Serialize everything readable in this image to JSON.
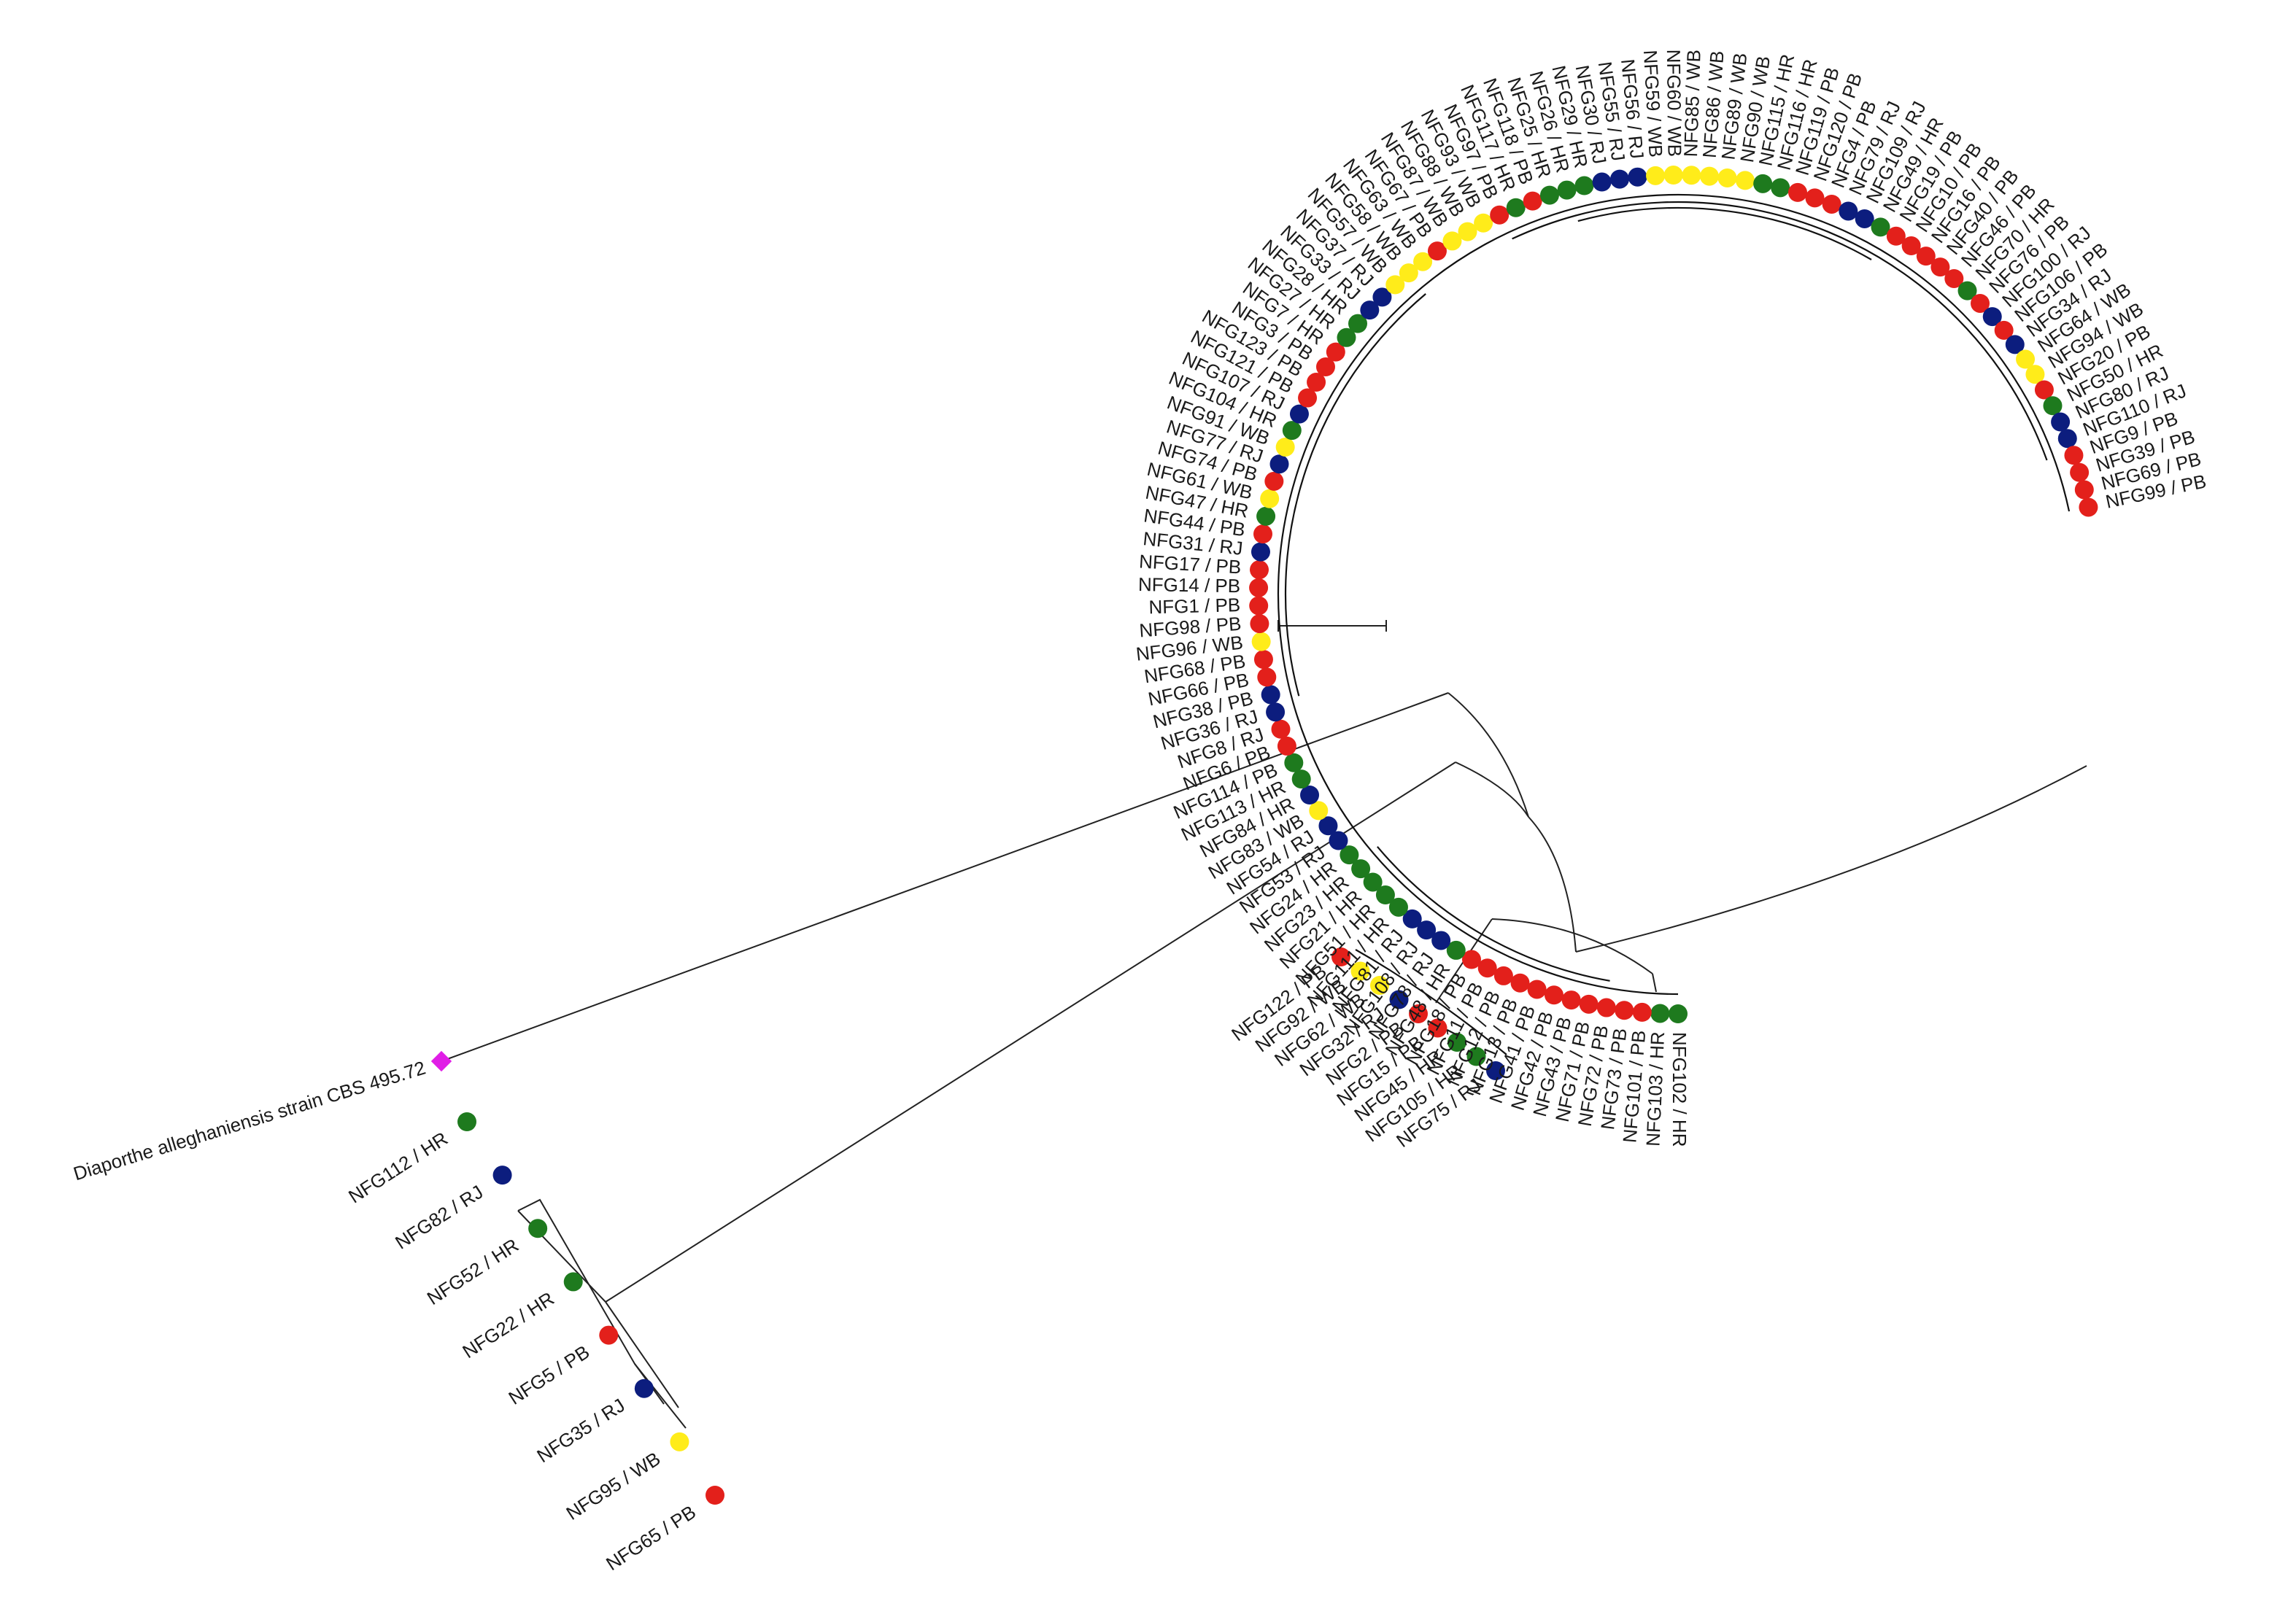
{
  "colors": {
    "HR": "#1e7a1e",
    "RJ": "#0c1d7e",
    "PB": "#e3201b",
    "WB": "#ffec1a",
    "outgroup": "#e01ee6"
  },
  "outgroup": {
    "label": "Diaporthe alleghaniensis strain CBS 495.72"
  },
  "separate_clade": [
    {
      "label": "NFG112 / HR",
      "region": "HR"
    },
    {
      "label": "NFG82 / RJ",
      "region": "RJ"
    },
    {
      "label": "NFG52 / HR",
      "region": "HR"
    },
    {
      "label": "NFG22 / HR",
      "region": "HR"
    },
    {
      "label": "NFG5 / PB",
      "region": "PB"
    },
    {
      "label": "NFG35 / RJ",
      "region": "RJ"
    },
    {
      "label": "NFG95 / WB",
      "region": "WB"
    },
    {
      "label": "NFG65 / PB",
      "region": "PB"
    }
  ],
  "small_clade": [
    {
      "label": "NFG122 / PB",
      "region": "PB"
    },
    {
      "label": "NFG92 / WB",
      "region": "WB"
    },
    {
      "label": "NFG62 / WB",
      "region": "WB"
    },
    {
      "label": "NFG32 / RJ",
      "region": "RJ"
    },
    {
      "label": "NFG2 / PB",
      "region": "PB"
    },
    {
      "label": "NFG15 / PB",
      "region": "PB"
    },
    {
      "label": "NFG45 / HR",
      "region": "HR"
    },
    {
      "label": "NFG105 / HR",
      "region": "HR"
    },
    {
      "label": "NFG75 / RJ",
      "region": "RJ"
    }
  ],
  "main_clade": [
    {
      "label": "NFG102 / HR",
      "region": "HR"
    },
    {
      "label": "NFG103 / HR",
      "region": "HR"
    },
    {
      "label": "NFG101 / PB",
      "region": "PB"
    },
    {
      "label": "NFG73 / PB",
      "region": "PB"
    },
    {
      "label": "NFG72 / PB",
      "region": "PB"
    },
    {
      "label": "NFG71 / PB",
      "region": "PB"
    },
    {
      "label": "NFG43 / PB",
      "region": "PB"
    },
    {
      "label": "NFG42 / PB",
      "region": "PB"
    },
    {
      "label": "NFG41 / PB",
      "region": "PB"
    },
    {
      "label": "NFG13 / PB",
      "region": "PB"
    },
    {
      "label": "NFG12 / PB",
      "region": "PB"
    },
    {
      "label": "NFG11 / PB",
      "region": "PB"
    },
    {
      "label": "NFG18 / PB",
      "region": "PB"
    },
    {
      "label": "NFG48 / HR",
      "region": "HR"
    },
    {
      "label": "NFG78 / RJ",
      "region": "RJ"
    },
    {
      "label": "NFG108 / RJ",
      "region": "RJ"
    },
    {
      "label": "NFG81 / RJ",
      "region": "RJ"
    },
    {
      "label": "NFG111 / HR",
      "region": "HR"
    },
    {
      "label": "NFG51 / HR",
      "region": "HR"
    },
    {
      "label": "NFG21 / HR",
      "region": "HR"
    },
    {
      "label": "NFG23 / HR",
      "region": "HR"
    },
    {
      "label": "NFG24 / HR",
      "region": "HR"
    },
    {
      "label": "NFG53 / RJ",
      "region": "RJ"
    },
    {
      "label": "NFG54 / RJ",
      "region": "RJ"
    },
    {
      "label": "NFG83 / WB",
      "region": "WB"
    },
    {
      "label": "NFG84 / HR",
      "region": "RJ"
    },
    {
      "label": "NFG113 / HR",
      "region": "HR"
    },
    {
      "label": "NFG114 / PB",
      "region": "HR"
    },
    {
      "label": "NFG6 / PB",
      "region": "PB"
    },
    {
      "label": "NFG8 / RJ",
      "region": "PB"
    },
    {
      "label": "NFG36 / RJ",
      "region": "RJ"
    },
    {
      "label": "NFG38 / PB",
      "region": "RJ"
    },
    {
      "label": "NFG66 / PB",
      "region": "PB"
    },
    {
      "label": "NFG68 / PB",
      "region": "PB"
    },
    {
      "label": "NFG96 / WB",
      "region": "WB"
    },
    {
      "label": "NFG98 / PB",
      "region": "PB"
    },
    {
      "label": "NFG1 / PB",
      "region": "PB"
    },
    {
      "label": "NFG14 / PB",
      "region": "PB"
    },
    {
      "label": "NFG17 / PB",
      "region": "PB"
    },
    {
      "label": "NFG31 / RJ",
      "region": "RJ"
    },
    {
      "label": "NFG44 / PB",
      "region": "PB"
    },
    {
      "label": "NFG47 / HR",
      "region": "HR"
    },
    {
      "label": "NFG61 / WB",
      "region": "WB"
    },
    {
      "label": "NFG74 / PB",
      "region": "PB"
    },
    {
      "label": "NFG77 / RJ",
      "region": "RJ"
    },
    {
      "label": "NFG91 / WB",
      "region": "WB"
    },
    {
      "label": "NFG104 / HR",
      "region": "HR"
    },
    {
      "label": "NFG107 / RJ",
      "region": "RJ"
    },
    {
      "label": "NFG121 / PB",
      "region": "PB"
    },
    {
      "label": "NFG123 / PB",
      "region": "PB"
    },
    {
      "label": "NFG3 / PB",
      "region": "PB"
    },
    {
      "label": "NFG7 / HR",
      "region": "PB"
    },
    {
      "label": "NFG27 / HR",
      "region": "HR"
    },
    {
      "label": "NFG28 / HR",
      "region": "HR"
    },
    {
      "label": "NFG33 / RJ",
      "region": "RJ"
    },
    {
      "label": "NFG37 / RJ",
      "region": "RJ"
    },
    {
      "label": "NFG57 / WB",
      "region": "WB"
    },
    {
      "label": "NFG58 / WB",
      "region": "WB"
    },
    {
      "label": "NFG63 / WB",
      "region": "WB"
    },
    {
      "label": "NFG67 / PB",
      "region": "PB"
    },
    {
      "label": "NFG87 / WB",
      "region": "WB"
    },
    {
      "label": "NFG88 / WB",
      "region": "WB"
    },
    {
      "label": "NFG93 / WB",
      "region": "WB"
    },
    {
      "label": "NFG97 / PB",
      "region": "PB"
    },
    {
      "label": "NFG117 / HR",
      "region": "HR"
    },
    {
      "label": "NFG118 / PB",
      "region": "PB"
    },
    {
      "label": "NFG25 / HR",
      "region": "HR"
    },
    {
      "label": "NFG26 / HR",
      "region": "HR"
    },
    {
      "label": "NFG29 / HR",
      "region": "HR"
    },
    {
      "label": "NFG30 / RJ",
      "region": "RJ"
    },
    {
      "label": "NFG55 / RJ",
      "region": "RJ"
    },
    {
      "label": "NFG56 / RJ",
      "region": "RJ"
    },
    {
      "label": "NFG59 / WB",
      "region": "WB"
    },
    {
      "label": "NFG60 / WB",
      "region": "WB"
    },
    {
      "label": "NFG85 / WB",
      "region": "WB"
    },
    {
      "label": "NFG86 / WB",
      "region": "WB"
    },
    {
      "label": "NFG89 / WB",
      "region": "WB"
    },
    {
      "label": "NFG90 / WB",
      "region": "WB"
    },
    {
      "label": "NFG115 / HR",
      "region": "HR"
    },
    {
      "label": "NFG116 / HR",
      "region": "HR"
    },
    {
      "label": "NFG119 / PB",
      "region": "PB"
    },
    {
      "label": "NFG120 / PB",
      "region": "PB"
    },
    {
      "label": "NFG4 / PB",
      "region": "PB"
    },
    {
      "label": "NFG79 / RJ",
      "region": "RJ"
    },
    {
      "label": "NFG109 / RJ",
      "region": "RJ"
    },
    {
      "label": "NFG49 / HR",
      "region": "HR"
    },
    {
      "label": "NFG19 / PB",
      "region": "PB"
    },
    {
      "label": "NFG10 / PB",
      "region": "PB"
    },
    {
      "label": "NFG16 / PB",
      "region": "PB"
    },
    {
      "label": "NFG40 / PB",
      "region": "PB"
    },
    {
      "label": "NFG46 / PB",
      "region": "PB"
    },
    {
      "label": "NFG70 / HR",
      "region": "HR"
    },
    {
      "label": "NFG76 / PB",
      "region": "PB"
    },
    {
      "label": "NFG100 / RJ",
      "region": "RJ"
    },
    {
      "label": "NFG106 / PB",
      "region": "PB"
    },
    {
      "label": "NFG34 / RJ",
      "region": "RJ"
    },
    {
      "label": "NFG64 / WB",
      "region": "WB"
    },
    {
      "label": "NFG94 / WB",
      "region": "WB"
    },
    {
      "label": "NFG20 / PB",
      "region": "PB"
    },
    {
      "label": "NFG50 / HR",
      "region": "HR"
    },
    {
      "label": "NFG80 / RJ",
      "region": "RJ"
    },
    {
      "label": "NFG110 / RJ",
      "region": "RJ"
    },
    {
      "label": "NFG9 / PB",
      "region": "PB"
    },
    {
      "label": "NFG39 / PB",
      "region": "PB"
    },
    {
      "label": "NFG69 / PB",
      "region": "PB"
    },
    {
      "label": "NFG99 / PB",
      "region": "PB"
    }
  ]
}
